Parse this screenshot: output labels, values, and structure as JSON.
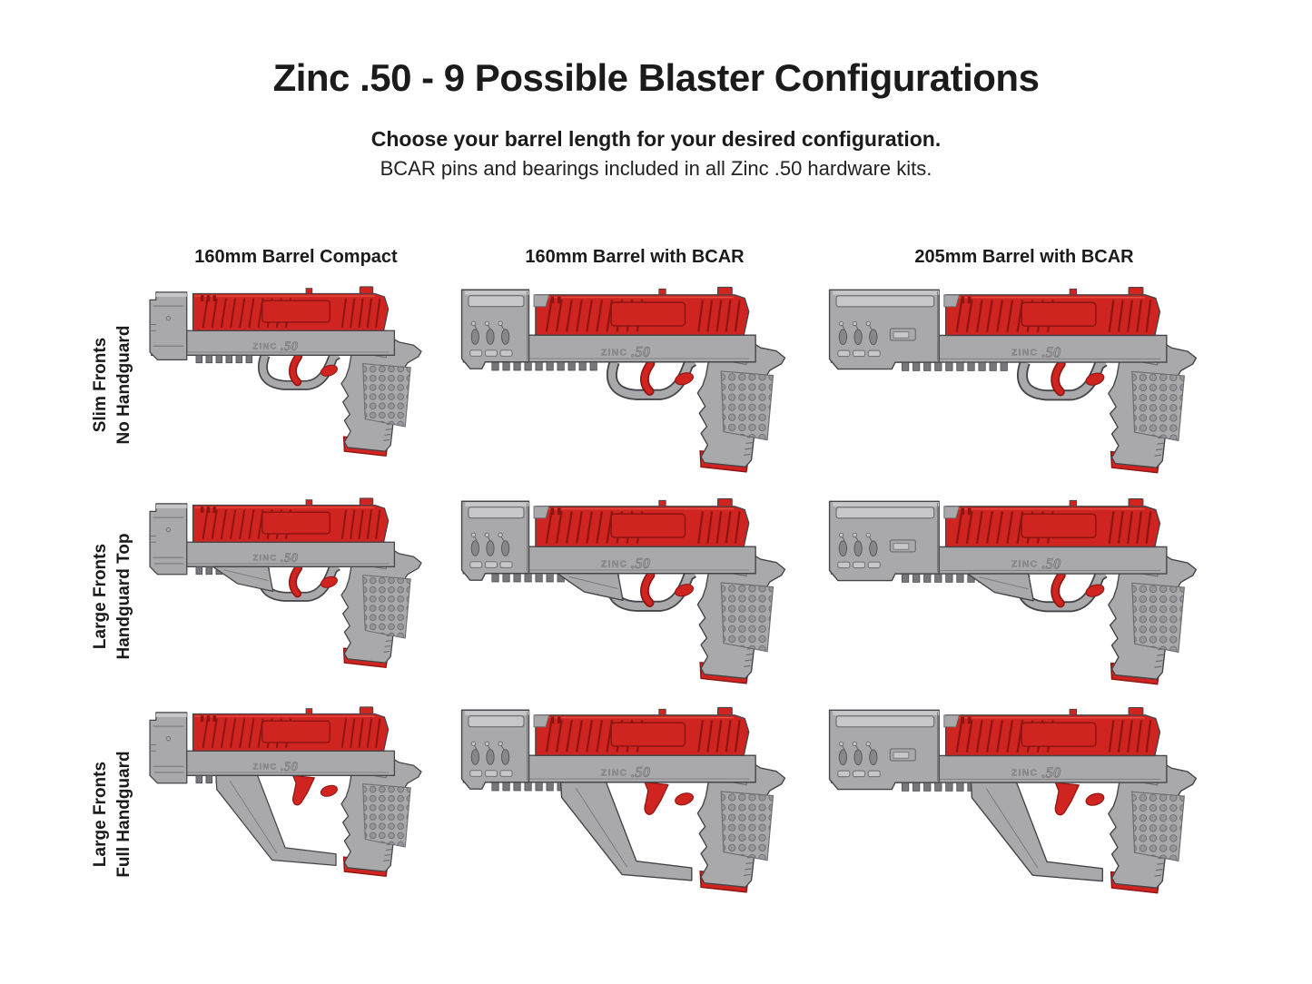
{
  "header": {
    "title": "Zinc .50 - 9 Possible Blaster Configurations",
    "subtitle_bold": "Choose your barrel length for your desired configuration.",
    "subtitle": "BCAR pins and bearings included in all Zinc .50 hardware kits."
  },
  "columns": [
    {
      "label": "160mm Barrel Compact",
      "barrel": "compact"
    },
    {
      "label": "160mm Barrel with BCAR",
      "barrel": "bcar160"
    },
    {
      "label": "205mm Barrel with BCAR",
      "barrel": "bcar205"
    }
  ],
  "rows": [
    {
      "label_line1": "Slim Fronts",
      "label_line2": "No Handguard",
      "front": "slim",
      "handguard": "none"
    },
    {
      "label_line1": "Large Fronts",
      "label_line2": "Handguard Top",
      "front": "large",
      "handguard": "top"
    },
    {
      "label_line1": "Large Fronts",
      "label_line2": "Full Handguard",
      "front": "large",
      "handguard": "full"
    }
  ],
  "blaster": {
    "brand_text": "ZINC",
    "caliber_text": ".50",
    "colors": {
      "red": "#cf2420",
      "red_dark": "#8c1512",
      "red_bright": "#e8594a",
      "gray": "#a9a9ac",
      "gray_light": "#c7c7ca",
      "gray_dark": "#6b6b6f",
      "teeth": "#77777b",
      "outline": "#454549",
      "engrave_fill": "#9a9a9d",
      "engrave_stroke": "#68686c"
    }
  }
}
